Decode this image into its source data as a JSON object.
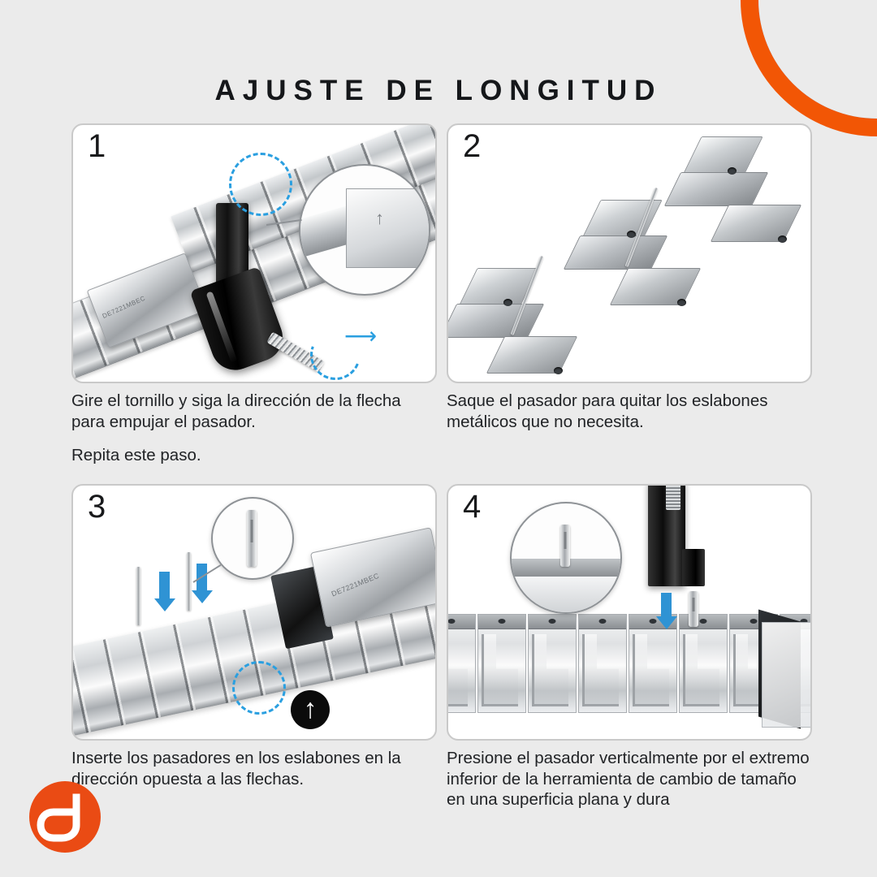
{
  "page": {
    "title": "AJUSTE DE LONGITUD",
    "background_color": "#ebebeb",
    "accent_orange": "#f25605",
    "accent_slate": "#6b77a0",
    "accent_blue": "#2a9fe0"
  },
  "decor": {
    "corner_wedge_name": "slate-quarter-circle",
    "corner_band_name": "orange-arc-band"
  },
  "steps": [
    {
      "number": "1",
      "caption_lines": [
        "Gire el tornillo y siga la dirección de la flecha para empujar el pasador.",
        "Repita este paso."
      ],
      "figure_alt": "Pulsera metálica en diagonal con herramienta negra de tornillo empujando el pasador",
      "clasp_engraving": "DE7221MBEC",
      "annotations": [
        "dashed-circle-link",
        "dashed-arc-screw",
        "magnifier-inset-arrow-up"
      ]
    },
    {
      "number": "2",
      "caption_lines": [
        "Saque el pasador para quitar los eslabones metálicos que no necesita."
      ],
      "figure_alt": "Tres eslabones metálicos separados con dos pasadores finos",
      "annotations": []
    },
    {
      "number": "3",
      "caption_lines": [
        "Inserte los pasadores en los eslabones en la dirección opuesta a las flechas."
      ],
      "figure_alt": "Pulsera con dos pasadores insertándose y flechas azules hacia abajo",
      "clasp_engraving": "DE7221MBEC",
      "annotations": [
        "magnifier-inset-pin",
        "blue-down-arrows",
        "dashed-circle-link",
        "black-circle-arrow-up"
      ]
    },
    {
      "number": "4",
      "caption_lines": [
        "Presione el pasador verticalmente por el extremo inferior de la herramienta de cambio de tamaño en una superficia plana y dura"
      ],
      "figure_alt": "Herramienta negra presionando un pasador verticalmente sobre la pulsera",
      "annotations": [
        "magnifier-inset-pin",
        "blue-down-arrow"
      ]
    }
  ],
  "logo": {
    "name": "brand-logo",
    "shape": "orange-circle-with-white-monogram",
    "color": "#ea4b14"
  }
}
